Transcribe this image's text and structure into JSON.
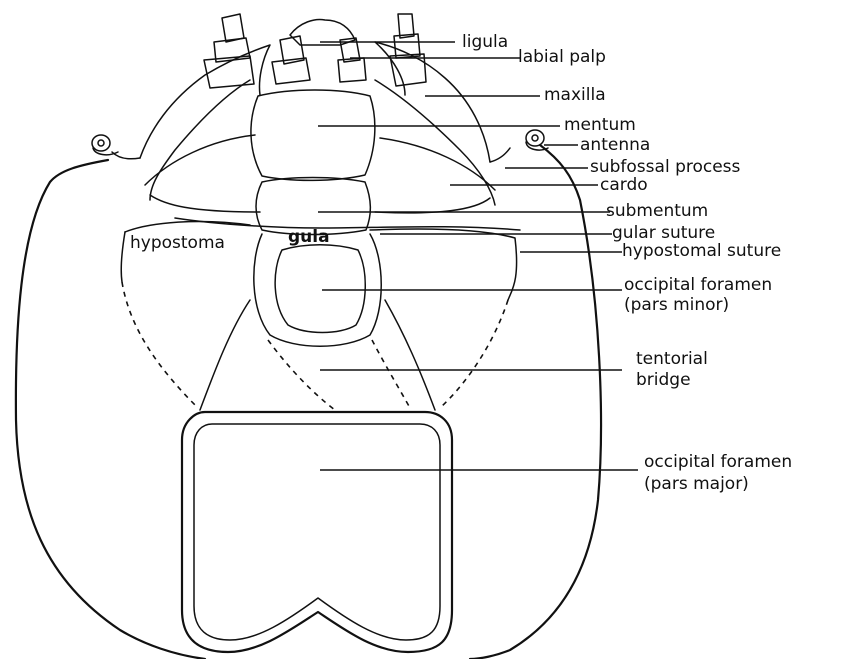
{
  "labels": {
    "ligula": "ligula",
    "labial_palp": "labial palp",
    "maxilla": "maxilla",
    "mentum": "mentum",
    "antenna": "antenna",
    "subfossal_process": "subfossal process",
    "cardo": "cardo",
    "submentum": "submentum",
    "gular_suture": "gular suture",
    "hypostomal_suture": "hypostomal suture",
    "occipital_foramen_minor_1": "occipital foramen",
    "occipital_foramen_minor_2": "(pars minor)",
    "tentorial_bridge_1": "tentorial",
    "tentorial_bridge_2": "bridge",
    "occipital_foramen_major_1": "occipital foramen",
    "occipital_foramen_major_2": "(pars major)",
    "hypostoma": "hypostoma",
    "gula": "gula"
  }
}
